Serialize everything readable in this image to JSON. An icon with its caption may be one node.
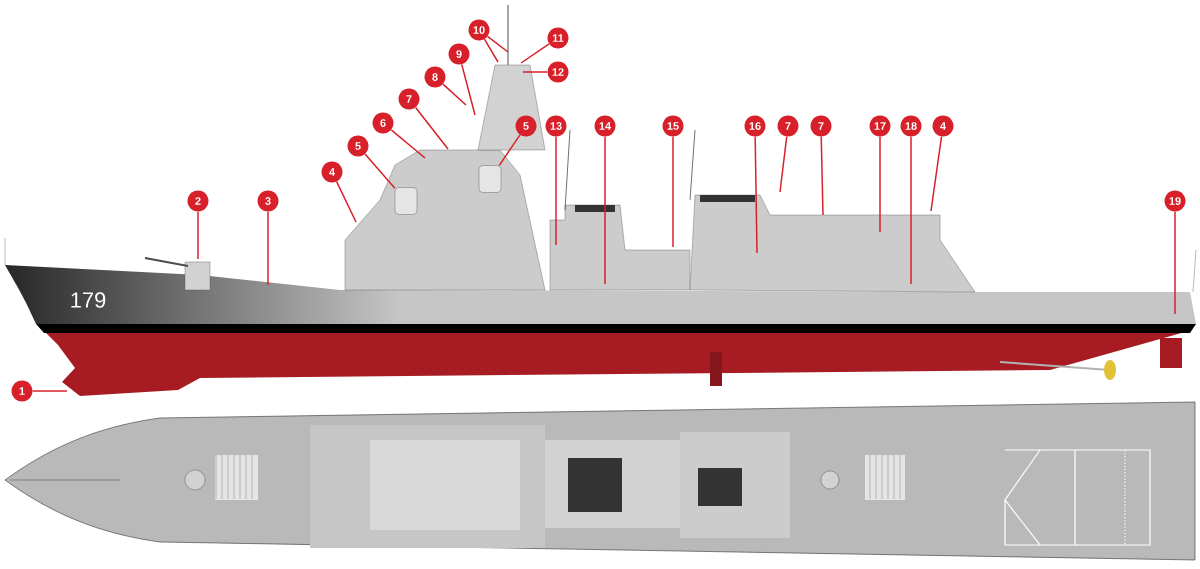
{
  "diagram": {
    "nodes": [
      {
        "text": [
          "1"
        ]
      },
      {
        "text": [
          "2"
        ]
      },
      {
        "text": [
          "3"
        ]
      },
      {
        "text": [
          "4"
        ]
      },
      {
        "text": [
          "5"
        ]
      },
      {
        "text": [
          "6"
        ]
      },
      {
        "text": [
          "7"
        ]
      },
      {
        "text": [
          "8"
        ]
      },
      {
        "text": [
          "9"
        ]
      },
      {
        "text": [
          "10"
        ]
      },
      {
        "text": [
          "11"
        ]
      },
      {
        "text": [
          "12"
        ]
      },
      {
        "text": [
          "5"
        ]
      },
      {
        "text": [
          "13"
        ]
      },
      {
        "text": [
          "14"
        ]
      },
      {
        "text": [
          "15"
        ]
      },
      {
        "text": [
          "16"
        ]
      },
      {
        "text": [
          "7"
        ]
      },
      {
        "text": [
          "7"
        ]
      },
      {
        "text": [
          "17"
        ]
      },
      {
        "text": [
          "18"
        ]
      },
      {
        "text": [
          "4"
        ]
      },
      {
        "text": [
          "19"
        ]
      },
      {
        "text": [],
        "shape": "box"
      },
      {
        "text": [],
        "shape": "box"
      }
    ],
    "edges": [
      {
        "from": 0,
        "to": null,
        "arrow": "none"
      },
      {
        "from": 1,
        "to": null,
        "arrow": "none"
      },
      {
        "from": 2,
        "to": null,
        "arrow": "none"
      },
      {
        "from": 3,
        "to": null,
        "arrow": "none"
      },
      {
        "from": 4,
        "to": 23,
        "arrow": "none"
      },
      {
        "from": 5,
        "to": null,
        "arrow": "none"
      },
      {
        "from": 6,
        "to": null,
        "arrow": "none"
      },
      {
        "from": 7,
        "to": null,
        "arrow": "none"
      },
      {
        "from": 8,
        "to": null,
        "arrow": "none"
      },
      {
        "from": 9,
        "to": null,
        "arrow": "none"
      },
      {
        "from": 9,
        "to": null,
        "arrow": "none"
      },
      {
        "from": 10,
        "to": null,
        "arrow": "none"
      },
      {
        "from": 11,
        "to": null,
        "arrow": "none"
      },
      {
        "from": 12,
        "to": 24,
        "arrow": "none"
      },
      {
        "from": 13,
        "to": null,
        "arrow": "none"
      },
      {
        "from": 14,
        "to": null,
        "arrow": "none"
      },
      {
        "from": 15,
        "to": null,
        "arrow": "none"
      },
      {
        "from": 16,
        "to": null,
        "arrow": "none"
      },
      {
        "from": 17,
        "to": null,
        "arrow": "none"
      },
      {
        "from": 18,
        "to": null,
        "arrow": "none"
      },
      {
        "from": 19,
        "to": null,
        "arrow": "none"
      },
      {
        "from": 20,
        "to": null,
        "arrow": "none"
      },
      {
        "from": 21,
        "to": null,
        "arrow": "none"
      },
      {
        "from": 22,
        "to": null,
        "arrow": "none"
      }
    ],
    "labels": [
      "179"
    ]
  }
}
